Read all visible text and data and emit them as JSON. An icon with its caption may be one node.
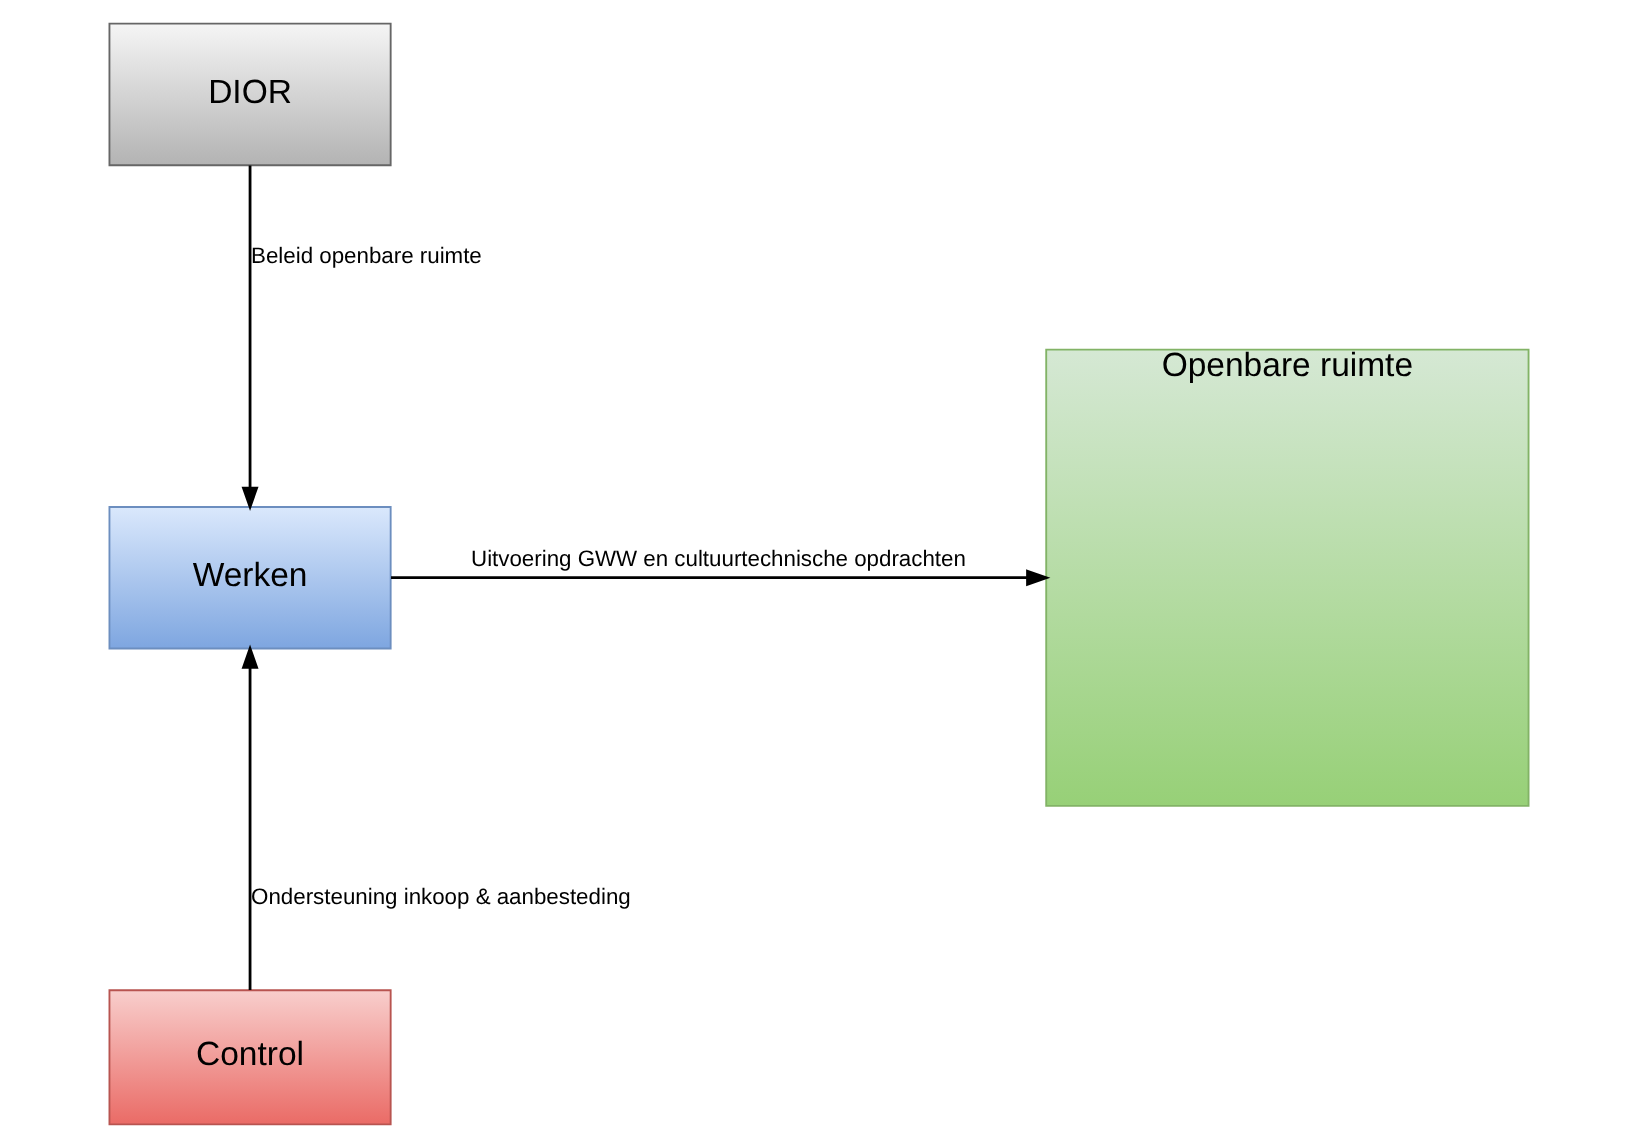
{
  "diagram": {
    "nodes": [
      {
        "text": [
          "DIOR"
        ]
      },
      {
        "text": [
          "Werken"
        ]
      },
      {
        "text": [
          "Openbare ruimte"
        ]
      },
      {
        "text": [
          "Control"
        ]
      }
    ],
    "edges": [
      {
        "from": 0,
        "to": 1,
        "arrow": "to",
        "label": "Beleid openbare ruimte"
      },
      {
        "from": 1,
        "to": 2,
        "arrow": "to",
        "label": "Uitvoering GWW en cultuurtechnische opdrachten"
      },
      {
        "from": 3,
        "to": 1,
        "arrow": "to",
        "label": "Ondersteuning inkoop & aanbesteding"
      }
    ]
  }
}
